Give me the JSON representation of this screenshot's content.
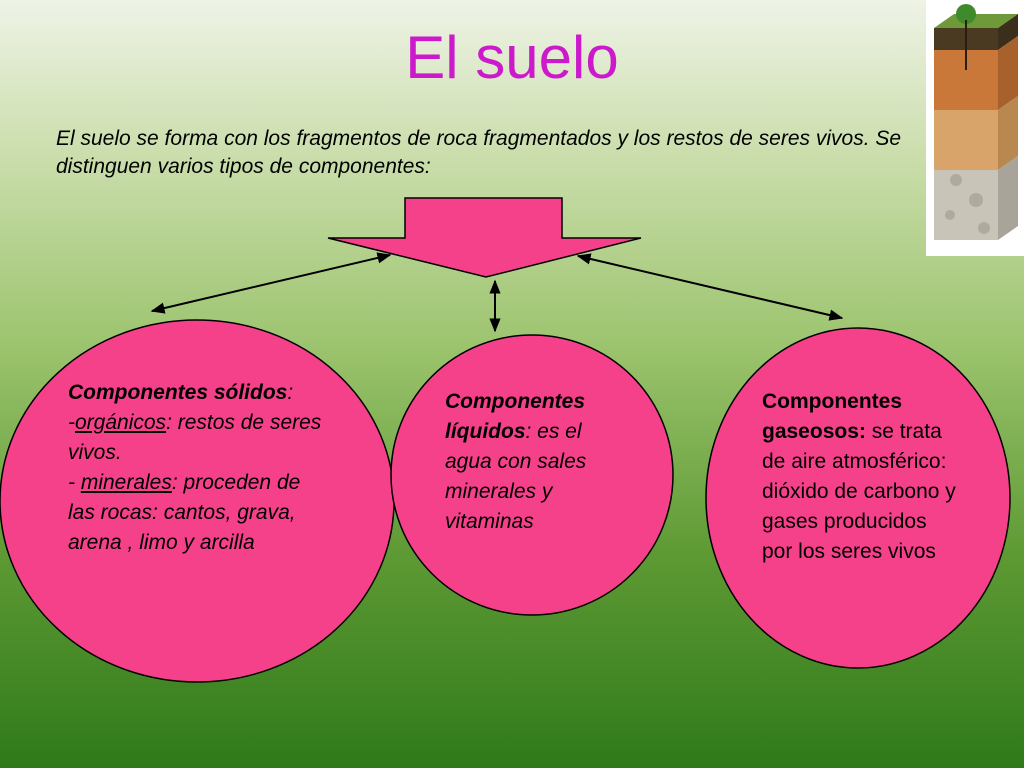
{
  "title": "El suelo",
  "intro": "El suelo se forma con los fragmentos de roca fragmentados y los restos de seres vivos. Se distinguen varios tipos de componentes:",
  "solidos": {
    "heading": "Componentes sólidos",
    "colon": ":",
    "organicos_prefix": "-",
    "organicos_term": "orgánicos",
    "organicos_text": ": restos de seres vivos.",
    "minerales_prefix": "- ",
    "minerales_term": "minerales",
    "minerales_text": ": proceden de las rocas: cantos, grava, arena , limo y arcilla"
  },
  "liquidos": {
    "heading": "Componentes líquidos",
    "text": ": es el agua con sales minerales y vitaminas"
  },
  "gaseosos": {
    "heading": "Componentes gaseosos:",
    "text": " se trata de aire atmosférico: dióxido de carbono y gases producidos por los seres vivos"
  },
  "colors": {
    "title": "#cc19cc",
    "shape_fill": "#f4418a",
    "shape_stroke": "#000000"
  }
}
